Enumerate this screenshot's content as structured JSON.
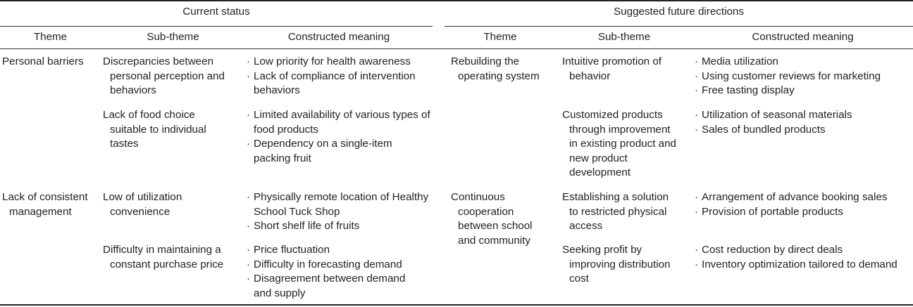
{
  "header": {
    "current_status": "Current status",
    "future_directions": "Suggested future directions",
    "col_theme": "Theme",
    "col_subtheme": "Sub-theme",
    "col_meaning": "Constructed meaning"
  },
  "bullet": "·",
  "current": {
    "theme1": "Personal barriers",
    "theme2_l1": "Lack of consistent",
    "theme2_l2": "management",
    "sub1_l1": "Discrepancies between",
    "sub1_l2": "personal perception and",
    "sub1_l3": "behaviors",
    "sub2_l1": "Lack of food choice",
    "sub2_l2": "suitable to individual",
    "sub2_l3": "tastes",
    "sub3_l1": "Low of utilization",
    "sub3_l2": "convenience",
    "sub4_l1": "Difficulty in maintaining a",
    "sub4_l2": "constant purchase price",
    "m1a": "Low priority for health awareness",
    "m1b_l1": "Lack of compliance of intervention",
    "m1b_l2": "behaviors",
    "m2a_l1": "Limited availability of various types of",
    "m2a_l2": "food products",
    "m2b_l1": "Dependency on a single-item",
    "m2b_l2": "packing fruit",
    "m3a_l1": "Physically remote location of Healthy",
    "m3a_l2": "School Tuck Shop",
    "m3b": "Short shelf life of fruits",
    "m4a": "Price fluctuation",
    "m4b": "Difficulty in forecasting demand",
    "m4c_l1": "Disagreement between demand",
    "m4c_l2": "and supply"
  },
  "future": {
    "theme1_l1": "Rebuilding the",
    "theme1_l2": "operating system",
    "theme2_l1": "Continuous",
    "theme2_l2": "cooperation",
    "theme2_l3": "between school",
    "theme2_l4": "and community",
    "sub1_l1": "Intuitive promotion of",
    "sub1_l2": "behavior",
    "sub2_l1": "Customized products",
    "sub2_l2": "through improvement",
    "sub2_l3": "in existing product and",
    "sub2_l4": "new product",
    "sub2_l5": "development",
    "sub3_l1": "Establishing a solution",
    "sub3_l2": "to restricted physical",
    "sub3_l3": "access",
    "sub4_l1": "Seeking profit by",
    "sub4_l2": "improving distribution",
    "sub4_l3": "cost",
    "m1a": "Media utilization",
    "m1b": "Using customer reviews for marketing",
    "m1c": "Free tasting display",
    "m2a": "Utilization of seasonal materials",
    "m2b": "Sales of bundled products",
    "m3a": "Arrangement of advance booking sales",
    "m3b": "Provision of portable products",
    "m4a": "Cost reduction by direct deals",
    "m4b": "Inventory optimization tailored to demand"
  }
}
